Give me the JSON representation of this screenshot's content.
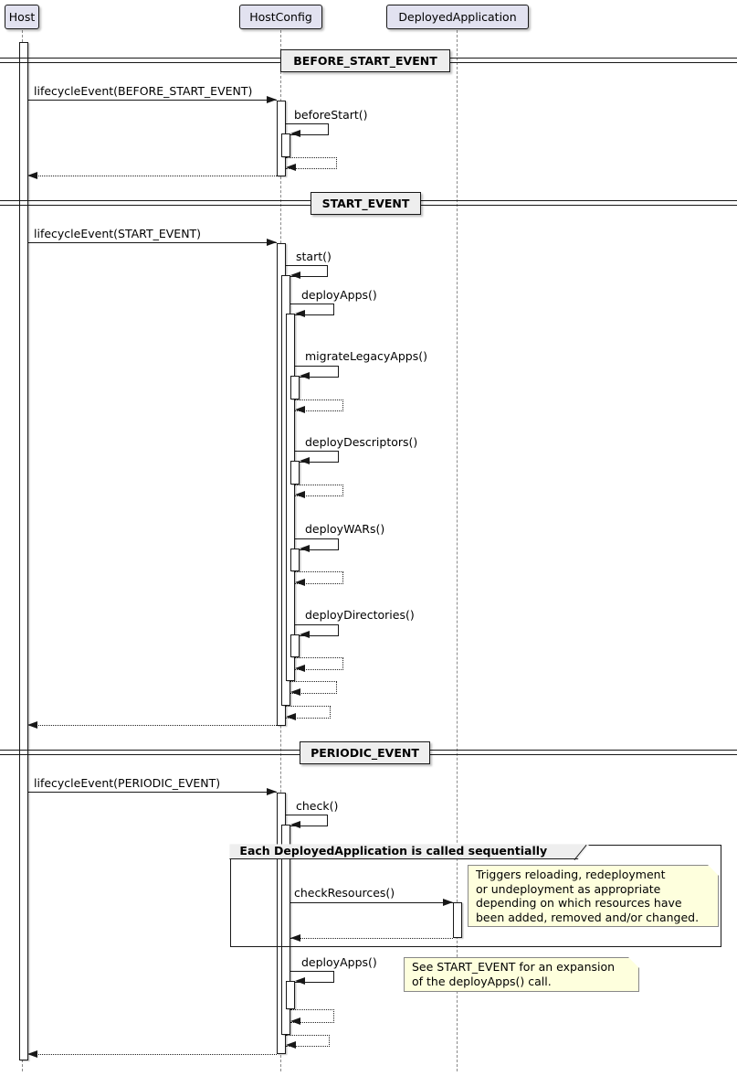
{
  "participants": [
    {
      "name": "Host"
    },
    {
      "name": "HostConfig"
    },
    {
      "name": "DeployedApplication"
    }
  ],
  "dividers": [
    {
      "label": "BEFORE_START_EVENT"
    },
    {
      "label": "START_EVENT"
    },
    {
      "label": "PERIODIC_EVENT"
    }
  ],
  "messages": {
    "lifecycle_before_start": "lifecycleEvent(BEFORE_START_EVENT)",
    "before_start": "beforeStart()",
    "lifecycle_start": "lifecycleEvent(START_EVENT)",
    "start": "start()",
    "deploy_apps": "deployApps()",
    "migrate_legacy_apps": "migrateLegacyApps()",
    "deploy_descriptors": "deployDescriptors()",
    "deploy_wars": "deployWARs()",
    "deploy_directories": "deployDirectories()",
    "lifecycle_periodic": "lifecycleEvent(PERIODIC_EVENT)",
    "check": "check()",
    "check_resources": "checkResources()",
    "deploy_apps_periodic": "deployApps()"
  },
  "group": {
    "label": "Each DeployedApplication is called sequentially"
  },
  "notes": {
    "check_resources_note": "Triggers reloading, redeployment\nor undeployment as appropriate\ndepending on which resources have\nbeen added, removed and/or changed.",
    "deploy_apps_note": "See START_EVENT for an expansion\nof the deployApps() call."
  },
  "colors": {
    "participant_bg": "#E2E2F0",
    "divider_bg": "#EEEEEE",
    "note_bg": "#FEFFDD",
    "note_border": "#888888",
    "line": "#181818",
    "lifeline": "#8A8A8A"
  }
}
